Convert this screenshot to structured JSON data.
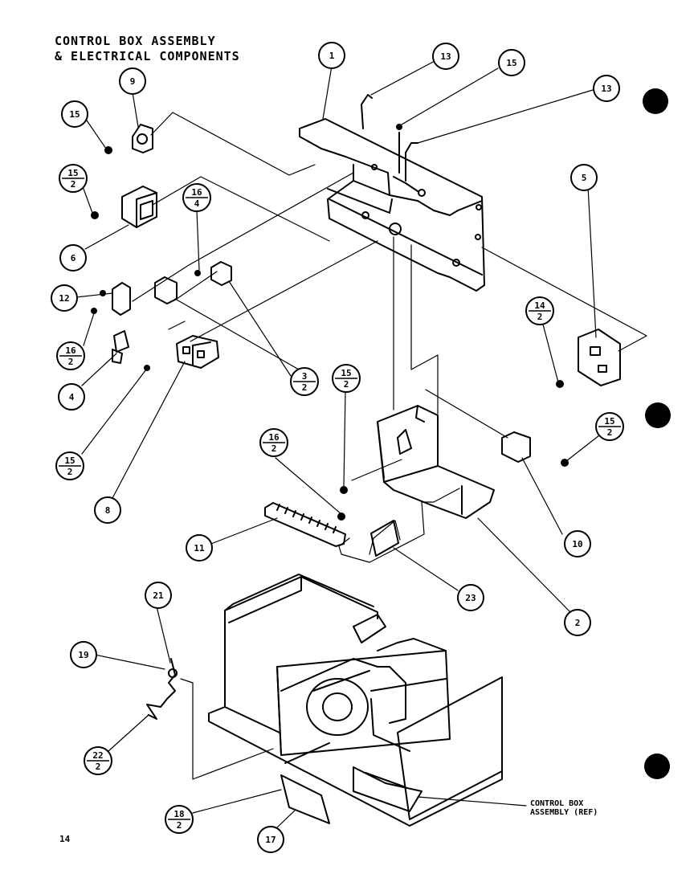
{
  "title": {
    "line1": "CONTROL BOX ASSEMBLY",
    "line2": "& ELECTRICAL COMPONENTS"
  },
  "page_number": "14",
  "reference_label": {
    "line1": "CONTROL BOX",
    "line2": "ASSEMBLY (REF)"
  },
  "callouts": [
    {
      "id": "1",
      "top": "1"
    },
    {
      "id": "2",
      "top": "2"
    },
    {
      "id": "3",
      "top": "3",
      "bottom": "2"
    },
    {
      "id": "4",
      "top": "4"
    },
    {
      "id": "5",
      "top": "5"
    },
    {
      "id": "6",
      "top": "6"
    },
    {
      "id": "8",
      "top": "8"
    },
    {
      "id": "9",
      "top": "9"
    },
    {
      "id": "10",
      "top": "10"
    },
    {
      "id": "11",
      "top": "11"
    },
    {
      "id": "12",
      "top": "12"
    },
    {
      "id": "13a",
      "top": "13"
    },
    {
      "id": "13b",
      "top": "13"
    },
    {
      "id": "14",
      "top": "14",
      "bottom": "2"
    },
    {
      "id": "15a",
      "top": "15"
    },
    {
      "id": "15b",
      "top": "15"
    },
    {
      "id": "15c",
      "top": "15",
      "bottom": "2"
    },
    {
      "id": "15d",
      "top": "15",
      "bottom": "2"
    },
    {
      "id": "15e",
      "top": "15",
      "bottom": "2"
    },
    {
      "id": "15f",
      "top": "15",
      "bottom": "2"
    },
    {
      "id": "16a",
      "top": "16",
      "bottom": "4"
    },
    {
      "id": "16b",
      "top": "16",
      "bottom": "2"
    },
    {
      "id": "16c",
      "top": "16",
      "bottom": "2"
    },
    {
      "id": "17",
      "top": "17"
    },
    {
      "id": "18",
      "top": "18",
      "bottom": "2"
    },
    {
      "id": "19",
      "top": "19"
    },
    {
      "id": "21",
      "top": "21"
    },
    {
      "id": "22",
      "top": "22",
      "bottom": "2"
    },
    {
      "id": "23",
      "top": "23"
    }
  ]
}
